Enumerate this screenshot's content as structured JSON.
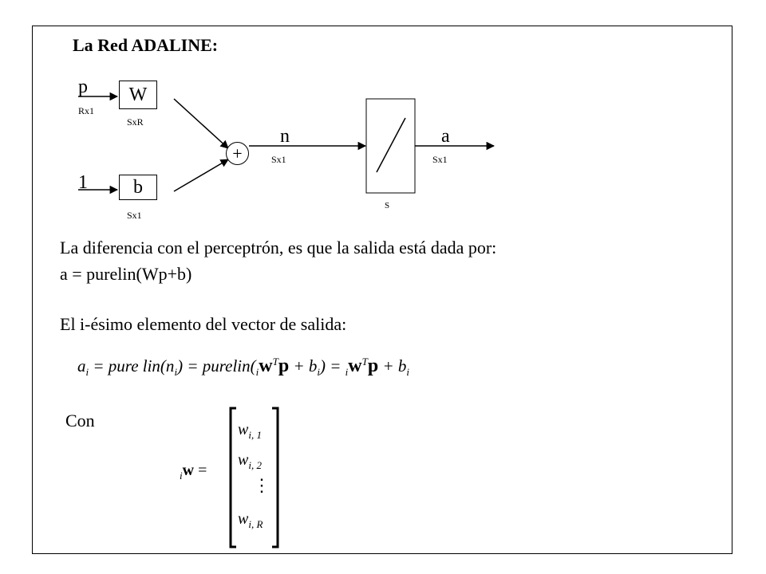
{
  "title": "La Red ADALINE:",
  "diagram": {
    "input_label": "p",
    "input_dim": "Rx1",
    "weight_label": "W",
    "weight_dim": "SxR",
    "bias_input": "1",
    "bias_label": "b",
    "bias_dim": "Sx1",
    "sum_symbol": "+",
    "net_label": "n",
    "net_dim": "Sx1",
    "output_label": "a",
    "output_dim": "Sx1",
    "transfer_dim": "S"
  },
  "text": {
    "line1": "La diferencia con el perceptrón, es que la salida está dada por:",
    "line2": "a = purelin(Wp+b)",
    "line3": "El i-ésimo elemento del vector de salida:"
  },
  "equation": {
    "a": "a",
    "i": "i",
    "eq": " = ",
    "purelin_ni": "pure lin(n",
    "close": ")",
    "purelin_open": "purelin(",
    "w": "w",
    "T": "T",
    "p": "p",
    "plus_b": " + b"
  },
  "con_label": "Con",
  "vector": {
    "lhs_sub": "i",
    "lhs_w": "w",
    "eq": " = ",
    "entries": [
      {
        "w": "w",
        "sub": "i, 1"
      },
      {
        "w": "w",
        "sub": "i, 2"
      },
      {
        "w": "w",
        "sub": "i, R"
      }
    ],
    "vdots": "⋮"
  }
}
